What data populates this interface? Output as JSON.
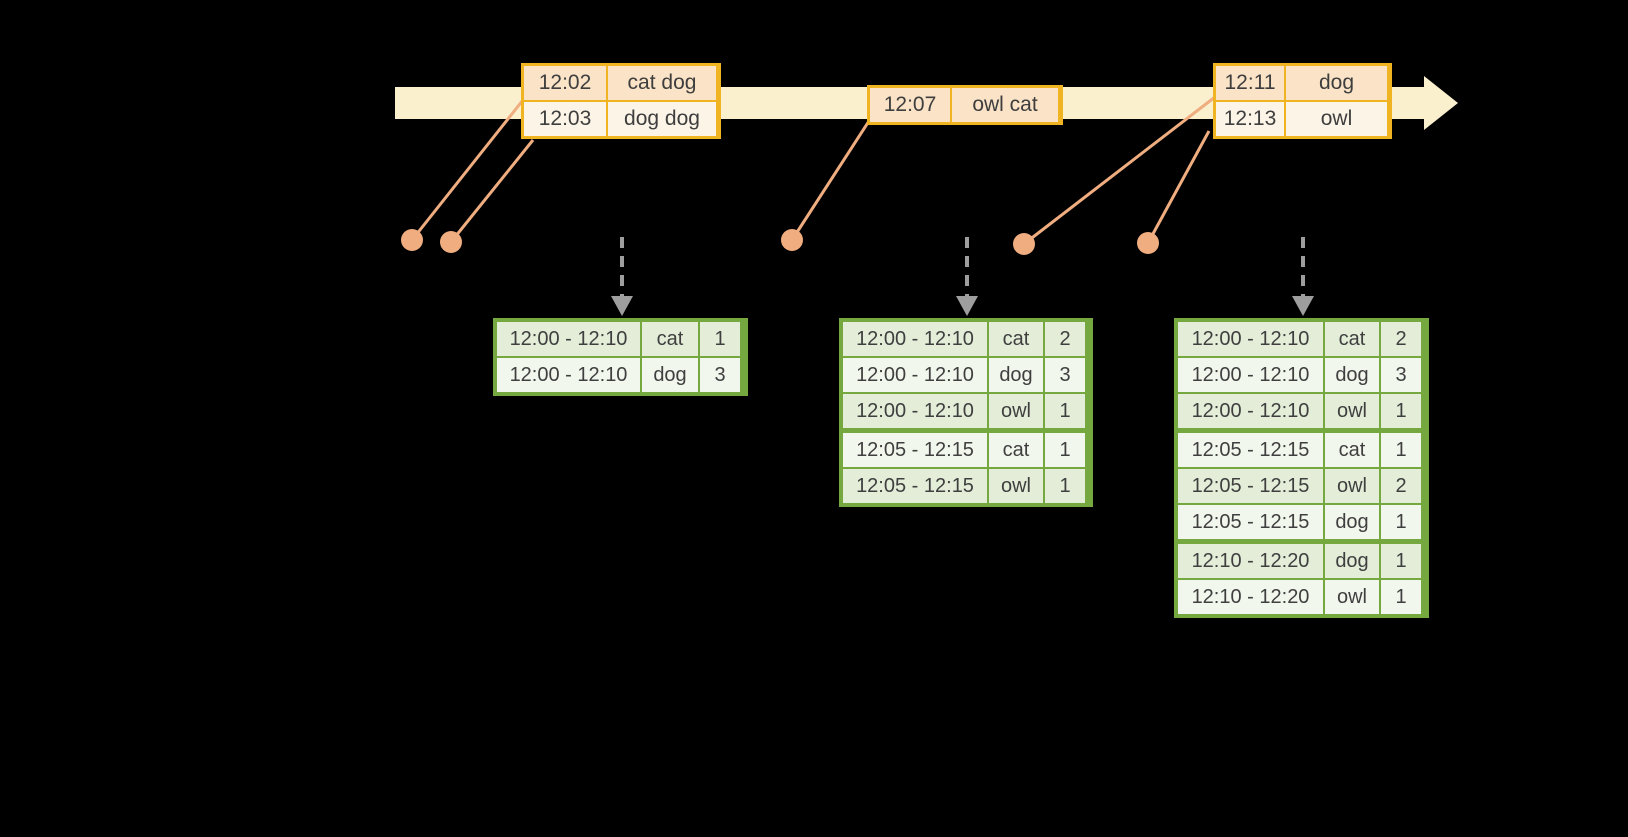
{
  "colors": {
    "background": "#000000",
    "timeline_band": "#FAF0CE",
    "event_border": "#F0B422",
    "event_cell": "#FAE3C6",
    "event_cell_light": "#FDF4E8",
    "dot_orange": "#EFAD80",
    "trigger_gray": "#9E9E9E",
    "result_border": "#76A840",
    "result_cell": "#E3EDD8",
    "result_cell_light": "#F2F7ED",
    "text": "#3E3E3E"
  },
  "icons": {
    "timeline_arrowhead": "right-arrowhead",
    "event_dot": "event-point-dot",
    "trigger_arrow": "down-dashed-arrow"
  },
  "input_tables": [
    {
      "rows": [
        {
          "time": "12:02",
          "words": "cat dog"
        },
        {
          "time": "12:03",
          "words": "dog dog"
        }
      ]
    },
    {
      "rows": [
        {
          "time": "12:07",
          "words": "owl cat"
        }
      ]
    },
    {
      "rows": [
        {
          "time": "12:11",
          "words": "dog"
        },
        {
          "time": "12:13",
          "words": "owl"
        }
      ]
    }
  ],
  "result_tables": [
    {
      "rows": [
        {
          "window": "12:00 - 12:10",
          "word": "cat",
          "count": "1"
        },
        {
          "window": "12:00 - 12:10",
          "word": "dog",
          "count": "3"
        }
      ]
    },
    {
      "rows": [
        {
          "window": "12:00 - 12:10",
          "word": "cat",
          "count": "2"
        },
        {
          "window": "12:00 - 12:10",
          "word": "dog",
          "count": "3"
        },
        {
          "window": "12:00 - 12:10",
          "word": "owl",
          "count": "1"
        },
        {
          "window": "12:05 - 12:15",
          "word": "cat",
          "count": "1"
        },
        {
          "window": "12:05 - 12:15",
          "word": "owl",
          "count": "1"
        }
      ]
    },
    {
      "rows": [
        {
          "window": "12:00 - 12:10",
          "word": "cat",
          "count": "2"
        },
        {
          "window": "12:00 - 12:10",
          "word": "dog",
          "count": "3"
        },
        {
          "window": "12:00 - 12:10",
          "word": "owl",
          "count": "1"
        },
        {
          "window": "12:05 - 12:15",
          "word": "cat",
          "count": "1"
        },
        {
          "window": "12:05 - 12:15",
          "word": "owl",
          "count": "2"
        },
        {
          "window": "12:05 - 12:15",
          "word": "dog",
          "count": "1"
        },
        {
          "window": "12:10 - 12:20",
          "word": "dog",
          "count": "1"
        },
        {
          "window": "12:10 - 12:20",
          "word": "owl",
          "count": "1"
        }
      ]
    }
  ]
}
